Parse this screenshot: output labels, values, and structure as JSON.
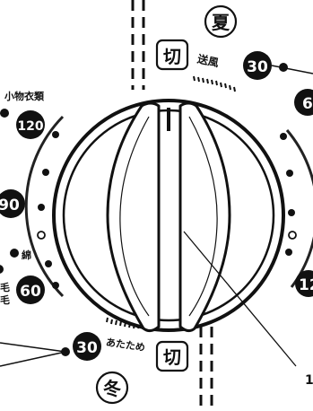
{
  "season_summer": "夏",
  "season_winter": "冬",
  "off_top": "切",
  "off_bottom": "切",
  "mode_fan": "送風",
  "mode_warm": "あたため",
  "label_small_items": "小物衣類",
  "label_cotton": "綿",
  "label_wool_1": "毛",
  "label_wool_2": "毛",
  "timer_fan": "30",
  "timer_small_items": "120",
  "timer_left_mid": "90",
  "timer_cotton": "60",
  "timer_warm": "30",
  "timer_right_upper_partial": "6",
  "timer_right_lower_partial": "12",
  "pointer_label_partial": "1"
}
